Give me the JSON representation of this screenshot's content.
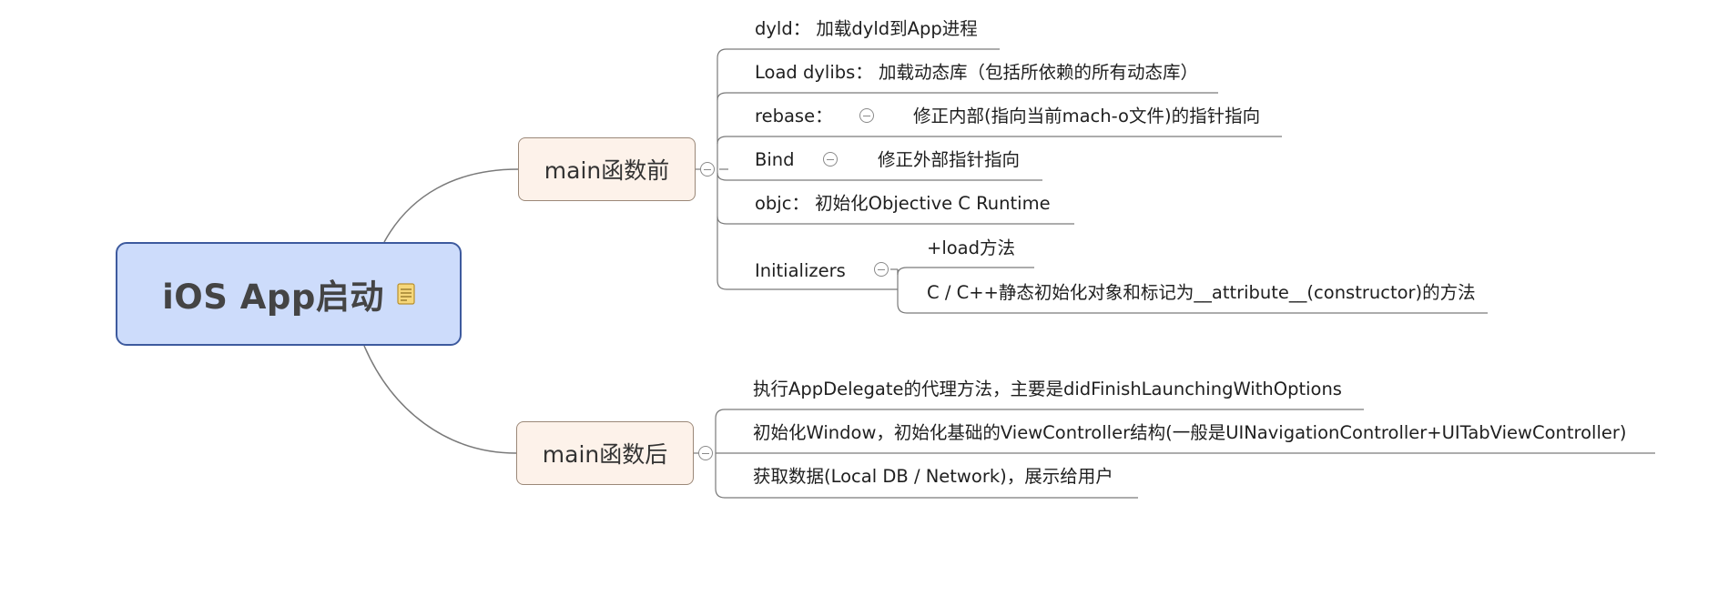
{
  "root": {
    "title": "iOS App启动",
    "note_icon": "note-icon"
  },
  "branches": [
    {
      "label": "main函数前",
      "children": [
        {
          "label": "dyld： 加载dyld到App进程"
        },
        {
          "label": "Load dylibs： 加载动态库（包括所依赖的所有动态库）"
        },
        {
          "label": "rebase：",
          "detail": "修正内部(指向当前mach-o文件)的指针指向"
        },
        {
          "label": "Bind",
          "detail": "修正外部指针指向"
        },
        {
          "label": "objc： 初始化Objective C Runtime"
        },
        {
          "label": "Initializers",
          "children": [
            {
              "label": "+load方法"
            },
            {
              "label": "C / C++静态初始化对象和标记为__attribute__(constructor)的方法"
            }
          ]
        }
      ]
    },
    {
      "label": "main函数后",
      "children": [
        {
          "label": "执行AppDelegate的代理方法，主要是didFinishLaunchingWithOptions"
        },
        {
          "label": "初始化Window，初始化基础的ViewController结构(一般是UINavigationController+UITabViewController)"
        },
        {
          "label": "获取数据(Local DB / Network)，展示给用户"
        }
      ]
    }
  ],
  "colors": {
    "root_fill": "#cddcfb",
    "root_border": "#3d5a9e",
    "branch_fill": "#fdf2ea",
    "branch_border": "#9b8878",
    "line": "#7a7a7a"
  }
}
